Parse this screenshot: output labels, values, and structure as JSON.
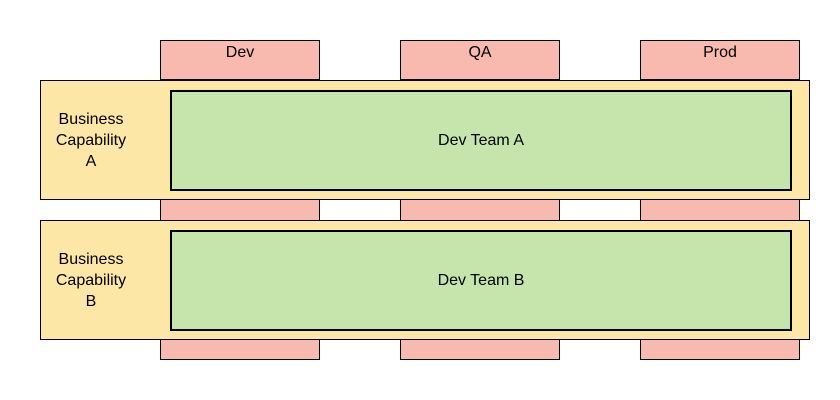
{
  "diagram": {
    "environments": [
      {
        "label": "Dev"
      },
      {
        "label": "QA"
      },
      {
        "label": "Prod"
      }
    ],
    "rows": [
      {
        "capability": "Business\nCapability\nA",
        "team": "Dev Team A"
      },
      {
        "capability": "Business\nCapability\nB",
        "team": "Dev Team B"
      }
    ],
    "colors": {
      "environment_fill": "#f8b9ae",
      "capability_fill": "#fde7a6",
      "team_fill": "#c6e5ad",
      "stroke": "#000000"
    }
  }
}
